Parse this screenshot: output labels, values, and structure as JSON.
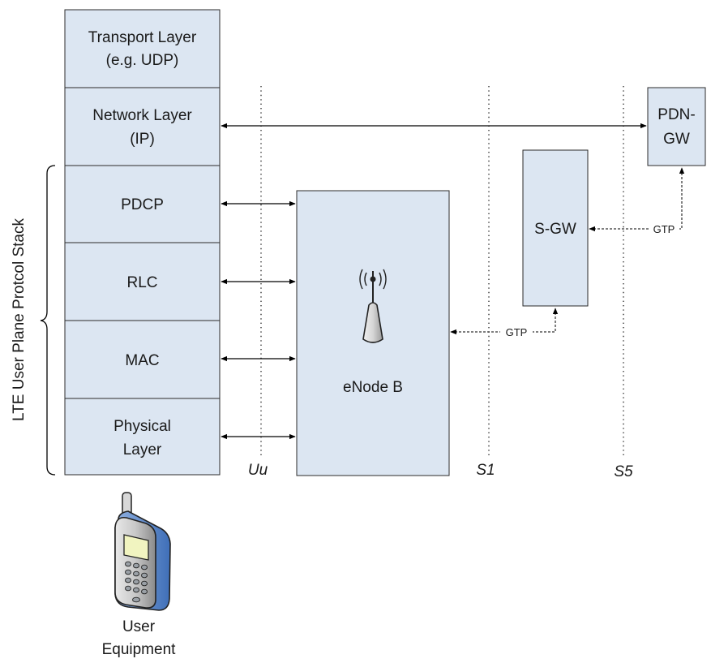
{
  "stack": {
    "side_label": "LTE User Plane Protcol Stack",
    "layers": [
      {
        "line1": "Transport Layer",
        "line2": "(e.g. UDP)"
      },
      {
        "line1": "Network Layer",
        "line2": "(IP)"
      },
      {
        "line1": "PDCP",
        "line2": ""
      },
      {
        "line1": "RLC",
        "line2": ""
      },
      {
        "line1": "MAC",
        "line2": ""
      },
      {
        "line1": "Physical",
        "line2": "Layer"
      }
    ]
  },
  "nodes": {
    "enodeb": "eNode B",
    "sgw": "S-GW",
    "pdngw_line1": "PDN-",
    "pdngw_line2": "GW",
    "ue_line1": "User",
    "ue_line2": "Equipment"
  },
  "interfaces": {
    "uu": "Uu",
    "s1": "S1",
    "s5": "S5"
  },
  "links": {
    "gtp_s1": "GTP",
    "gtp_s5": "GTP"
  },
  "colors": {
    "box_fill": "#dce6f2",
    "border": "#2b2b2b"
  },
  "icons": {
    "antenna": "antenna-tower-icon",
    "phone": "mobile-phone-icon"
  }
}
